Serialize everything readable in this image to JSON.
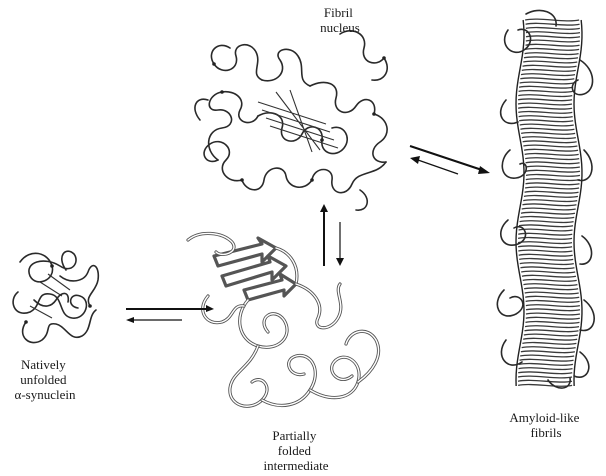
{
  "labels": {
    "monomer": [
      "Natively",
      "unfolded",
      "α-synuclein"
    ],
    "intermediate": [
      "Partially",
      "folded",
      "intermediate"
    ],
    "nucleus": [
      "Fibril",
      "nucleus"
    ],
    "fibrils": [
      "Amyloid-like",
      "fibrils"
    ]
  },
  "colors": {
    "ink": "#1a1a1a",
    "background": "#ffffff"
  }
}
